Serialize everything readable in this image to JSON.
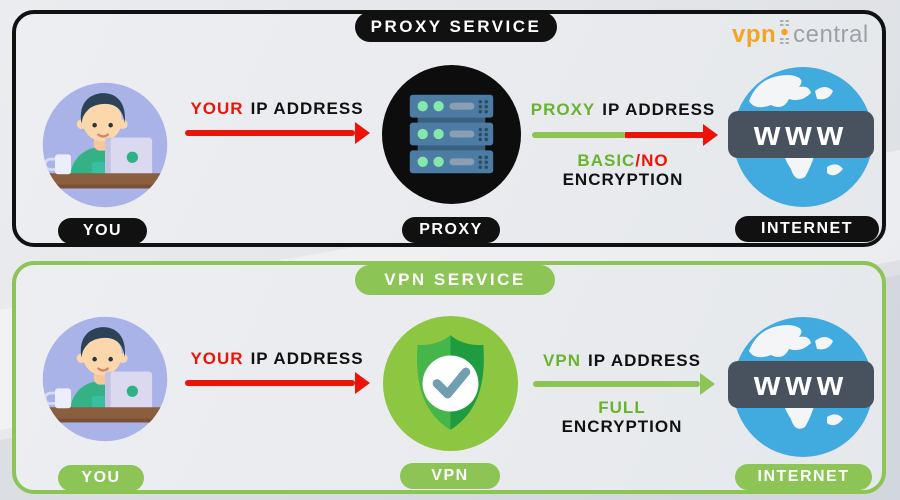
{
  "colors": {
    "ink": "#111111",
    "red": "#ec1408",
    "green": "#8cc455",
    "green_text": "#69b32f",
    "slate": "#47525e",
    "brand_orange": "#f5a41f",
    "brand_gray": "#9ba1a7"
  },
  "brand": {
    "part1": "vpn",
    "part2": "central"
  },
  "icons": {
    "you": "person-at-desk-icon",
    "proxy": "server-rack-icon",
    "vpn": "shield-check-icon",
    "internet": "globe-www-icon"
  },
  "proxy_panel": {
    "title": "PROXY SERVICE",
    "you_label": "YOU",
    "node_label": "PROXY",
    "internet_label": "INTERNET",
    "www_text": "www",
    "flow_to_node": {
      "highlight": "YOUR",
      "rest": "IP ADDRESS"
    },
    "flow_to_internet": {
      "highlight": "PROXY",
      "rest": "IP ADDRESS"
    },
    "encryption": {
      "green": "BASIC",
      "sep": "/",
      "red": "NO",
      "line2": "ENCRYPTION"
    }
  },
  "vpn_panel": {
    "title": "VPN SERVICE",
    "you_label": "YOU",
    "node_label": "VPN",
    "internet_label": "INTERNET",
    "www_text": "www",
    "flow_to_node": {
      "highlight": "YOUR",
      "rest": "IP ADDRESS"
    },
    "flow_to_internet": {
      "highlight": "VPN",
      "rest": "IP ADDRESS"
    },
    "encryption": {
      "green": "FULL",
      "line2": "ENCRYPTION"
    }
  }
}
